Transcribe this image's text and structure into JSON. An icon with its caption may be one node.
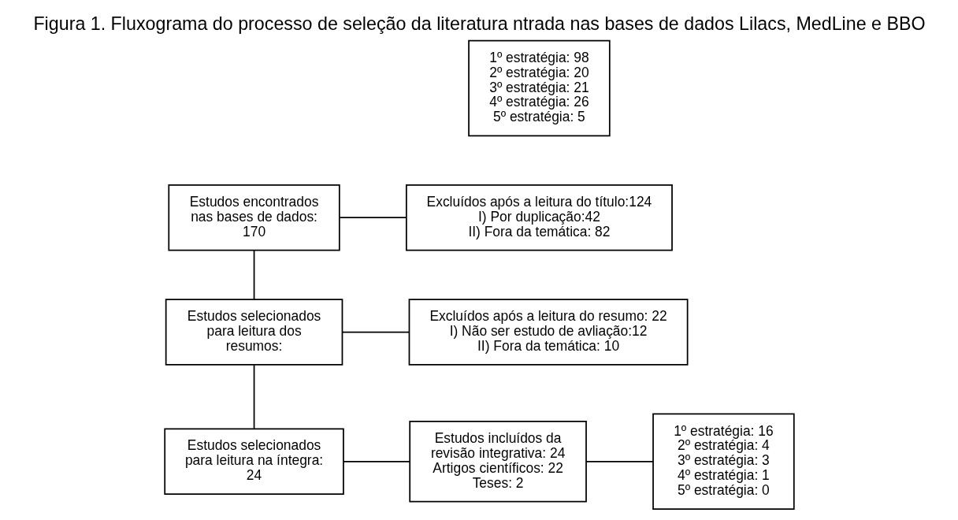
{
  "diagram": {
    "title": "Figura 1. Fluxograma do processo de seleção da literatura ntrada nas bases de dados Lilacs, MedLine e BBO",
    "nodes": [
      {
        "text": [
          "1º estratégia: 98",
          "2º estratégia: 20",
          "3º estratégia: 21",
          "4º estratégia: 26",
          "5º estratégia: 5"
        ]
      },
      {
        "text": [
          "Estudos encontrados nas bases de dados: 170"
        ]
      },
      {
        "text": [
          "Excluídos após a leitura do título:124",
          "I) Por duplicação:42",
          "II) Fora da temática: 82"
        ]
      },
      {
        "text": [
          "Estudos selecionados para leitura dos resumos:"
        ]
      },
      {
        "text": [
          "Excluídos após a leitura do resumo: 22",
          "I) Não ser estudo de avliação:12",
          "II) Fora da temática: 10"
        ]
      },
      {
        "text": [
          "Estudos selecionados para leitura na íntegra: 24"
        ]
      },
      {
        "text": [
          "Estudos incluídos da revisão integrativa: 24",
          "Artigos científicos: 22",
          "Teses: 2"
        ]
      },
      {
        "text": [
          "1º estratégia: 16",
          "2º estratégia: 4",
          "3º estratégia: 3",
          "4º estratégia: 1",
          "5º estratégia: 0"
        ]
      }
    ],
    "edges": [
      {
        "from": 1,
        "to": 2,
        "arrow": "none"
      },
      {
        "from": 1,
        "to": 3,
        "arrow": "none"
      },
      {
        "from": 3,
        "to": 4,
        "arrow": "none"
      },
      {
        "from": 3,
        "to": 5,
        "arrow": "none"
      },
      {
        "from": 5,
        "to": 6,
        "arrow": "none"
      },
      {
        "from": 6,
        "to": 7,
        "arrow": "none"
      }
    ]
  }
}
